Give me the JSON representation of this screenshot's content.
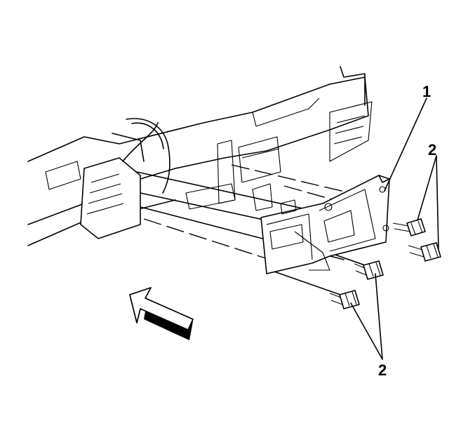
{
  "callouts": [
    {
      "id": "1",
      "label": "1"
    },
    {
      "id": "2a",
      "label": "2"
    },
    {
      "id": "2b",
      "label": "2"
    }
  ]
}
